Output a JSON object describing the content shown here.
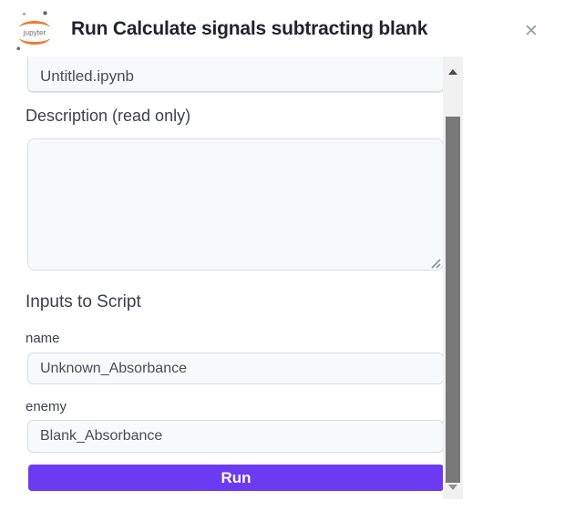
{
  "header": {
    "title": "Run Calculate signals subtracting blank",
    "logo_text": "jupyter",
    "close_glyph": "✕"
  },
  "form": {
    "notebook_field": {
      "value": "Untitled.ipynb"
    },
    "description_label": "Description (read only)",
    "description_value": "",
    "inputs_heading": "Inputs to Script",
    "fields": [
      {
        "label": "name",
        "value": "Unknown_Absorbance"
      },
      {
        "label": "enemy",
        "value": "Blank_Absorbance"
      }
    ],
    "run_label": "Run"
  },
  "colors": {
    "accent_purple": "#6b3af2",
    "jupyter_orange": "#f37726",
    "title_text": "#20242e",
    "label_text": "#3d414d",
    "input_bg": "#f8f9fb",
    "input_border": "#d9dde3",
    "scrollbar_track": "#f1f1f1",
    "scrollbar_thumb": "#787878"
  }
}
